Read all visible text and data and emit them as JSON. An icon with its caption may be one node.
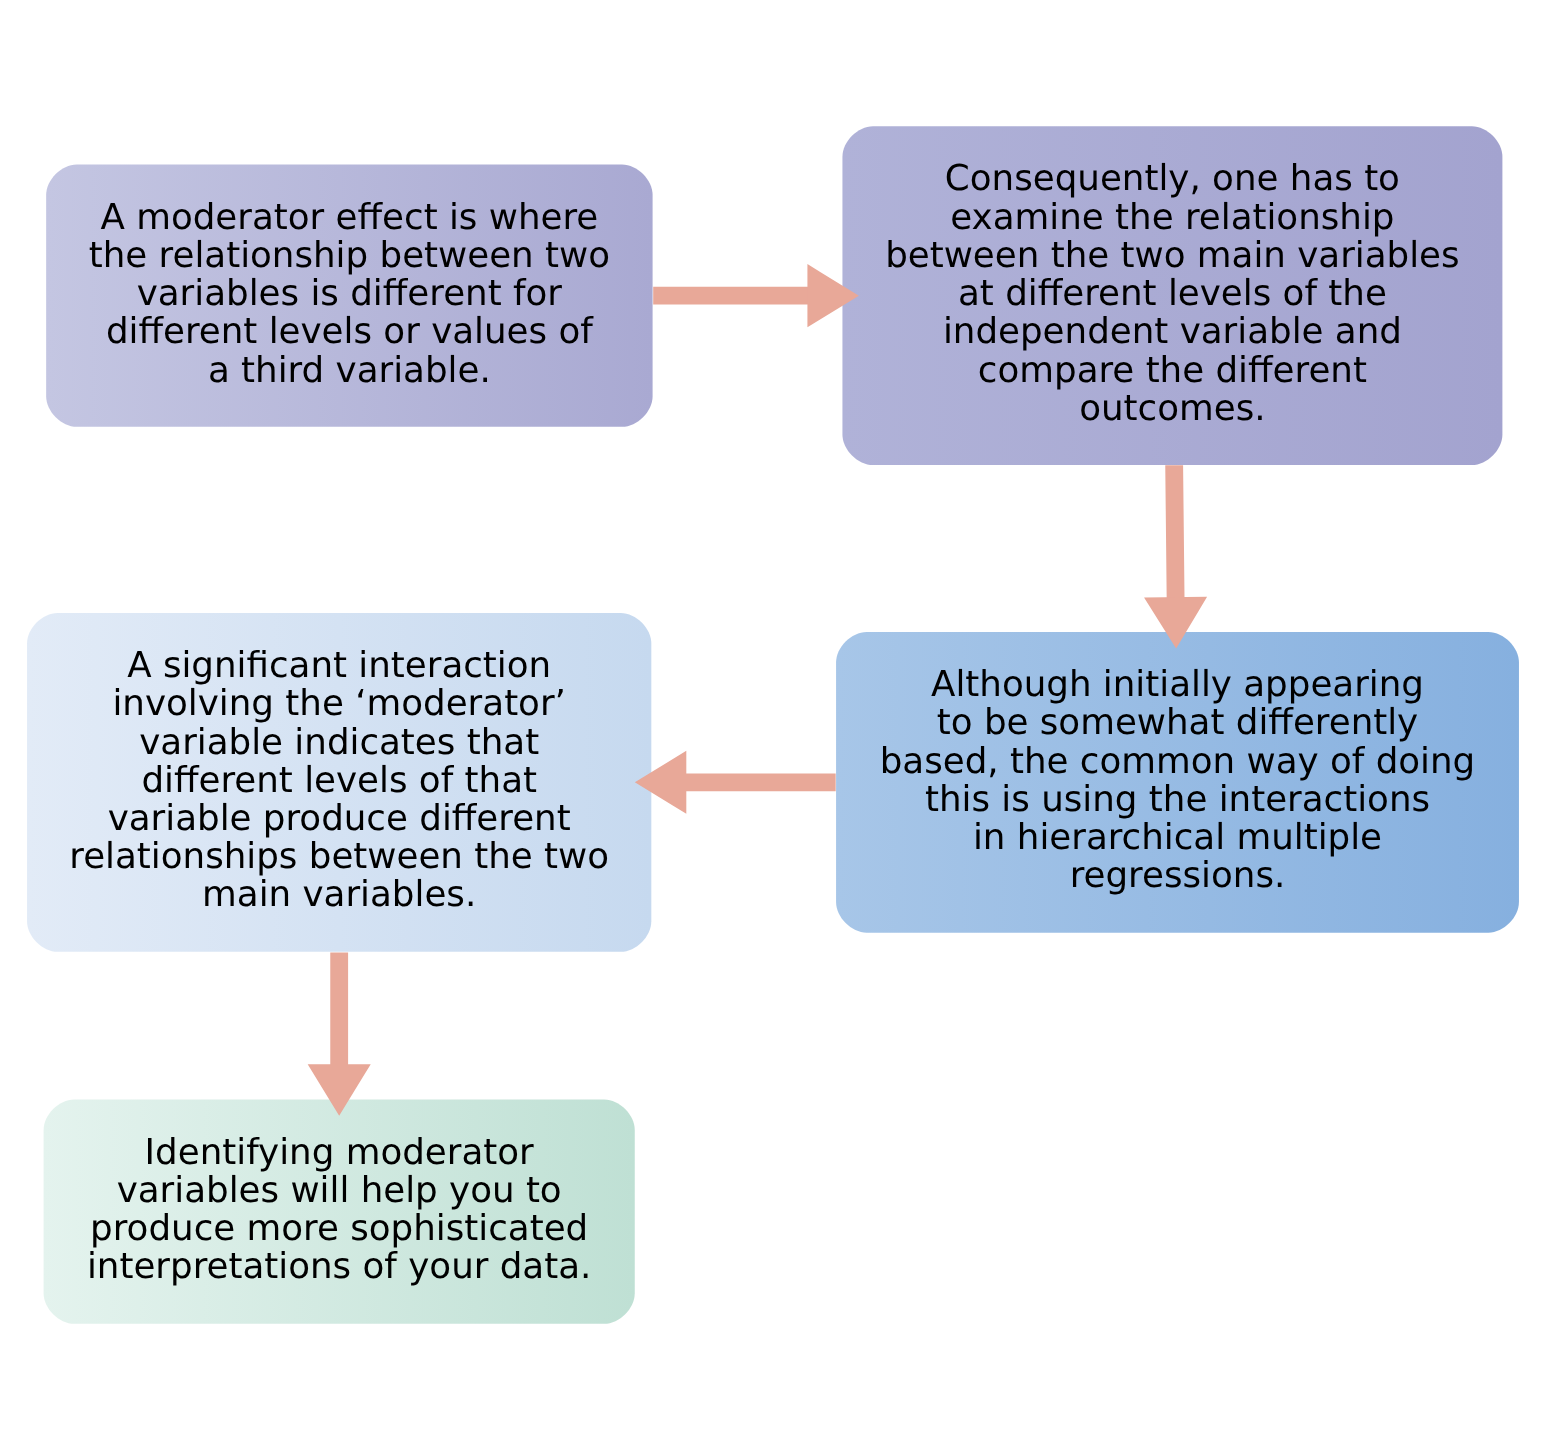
{
  "diagram": {
    "nodes": [
      {
        "text": [
          "A moderator effect is where the relationship between two variables is different for different levels or values of a third variable."
        ]
      },
      {
        "text": [
          "Consequently, one has to examine the relationship between the two main variables at different levels of the independent variable and compare the different outcomes."
        ]
      },
      {
        "text": [
          "A significant interaction involving the ‘moderator’ variable indicates that different levels of that variable produce different relationships between the two main variables."
        ]
      },
      {
        "text": [
          "Although initially appearing to be somewhat differently based, the common way of doing this is using the interactions in hierarchical multiple regressions."
        ]
      },
      {
        "text": [
          "Identifying moderator variables will help you to produce more sophisticated interpretations of your data."
        ]
      }
    ],
    "edges": [
      {
        "from": 0,
        "to": 1,
        "arrow": "to"
      },
      {
        "from": 1,
        "to": 3,
        "arrow": "to"
      },
      {
        "from": 3,
        "to": 2,
        "arrow": "to"
      },
      {
        "from": 2,
        "to": 4,
        "arrow": "to"
      }
    ]
  }
}
